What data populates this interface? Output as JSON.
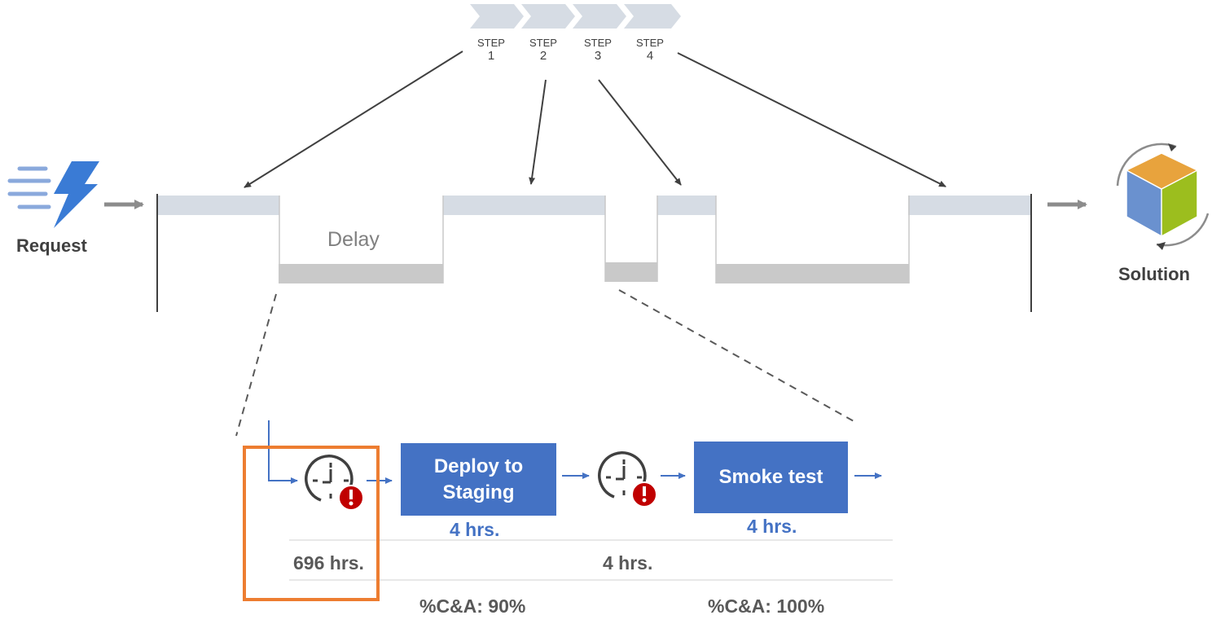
{
  "steps": [
    {
      "word": "STEP",
      "number": "1"
    },
    {
      "word": "STEP",
      "number": "2"
    },
    {
      "word": "STEP",
      "number": "3"
    },
    {
      "word": "STEP",
      "number": "4"
    }
  ],
  "request_label": "Request",
  "solution_label": "Solution",
  "delay_label": "Delay",
  "detail": {
    "process_1": {
      "label": "Deploy to Staging",
      "time": "4 hrs."
    },
    "process_2": {
      "label": "Smoke test",
      "time": "4 hrs."
    },
    "wait_1_time": "696 hrs.",
    "wait_2_time": "4 hrs.",
    "ca_1": "%C&A: 90%",
    "ca_2": "%C&A: 100%"
  },
  "colors": {
    "process_bar": "#d6dce4",
    "delay_bar": "#c9c9c9",
    "process_box": "#4472c4",
    "highlight": "#ed7d31",
    "alert": "#c00000",
    "bolt": "#3a7bd5"
  }
}
